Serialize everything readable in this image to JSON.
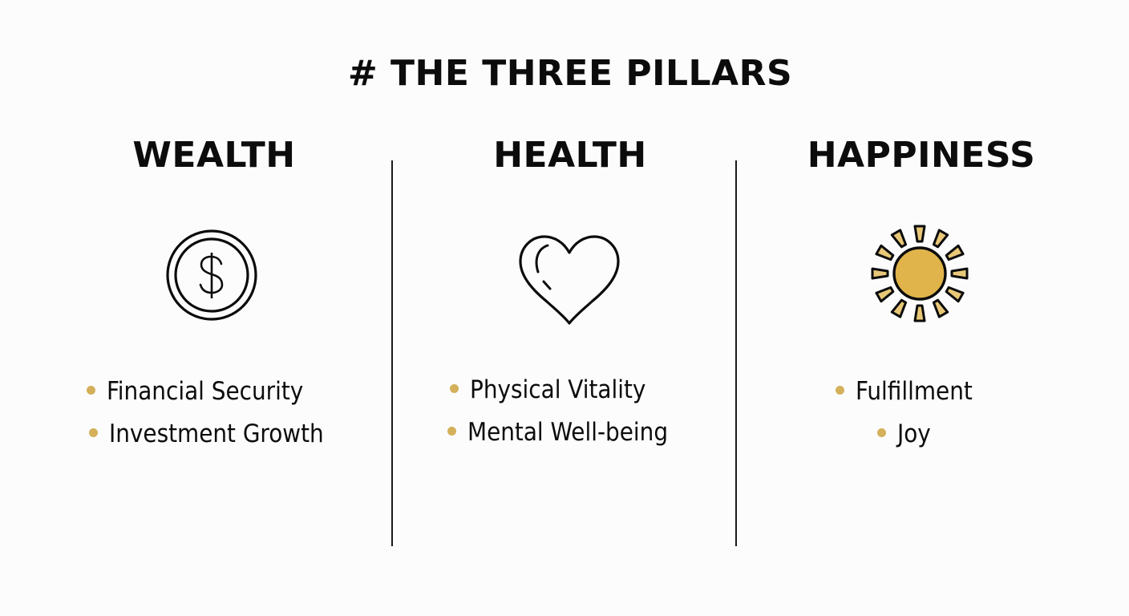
{
  "title": "# THE THREE PILLARS",
  "accent_color": "#d4b05a",
  "pillars": [
    {
      "heading": "WEALTH",
      "icon": "dollar-coin-icon",
      "bullets": [
        "Financial Security",
        "Investment Growth"
      ]
    },
    {
      "heading": "HEALTH",
      "icon": "heart-icon",
      "bullets": [
        "Physical Vitality",
        "Mental Well-being"
      ]
    },
    {
      "heading": "HAPPINESS",
      "icon": "sun-icon",
      "bullets": [
        "Fulfillment",
        "Joy"
      ]
    }
  ]
}
